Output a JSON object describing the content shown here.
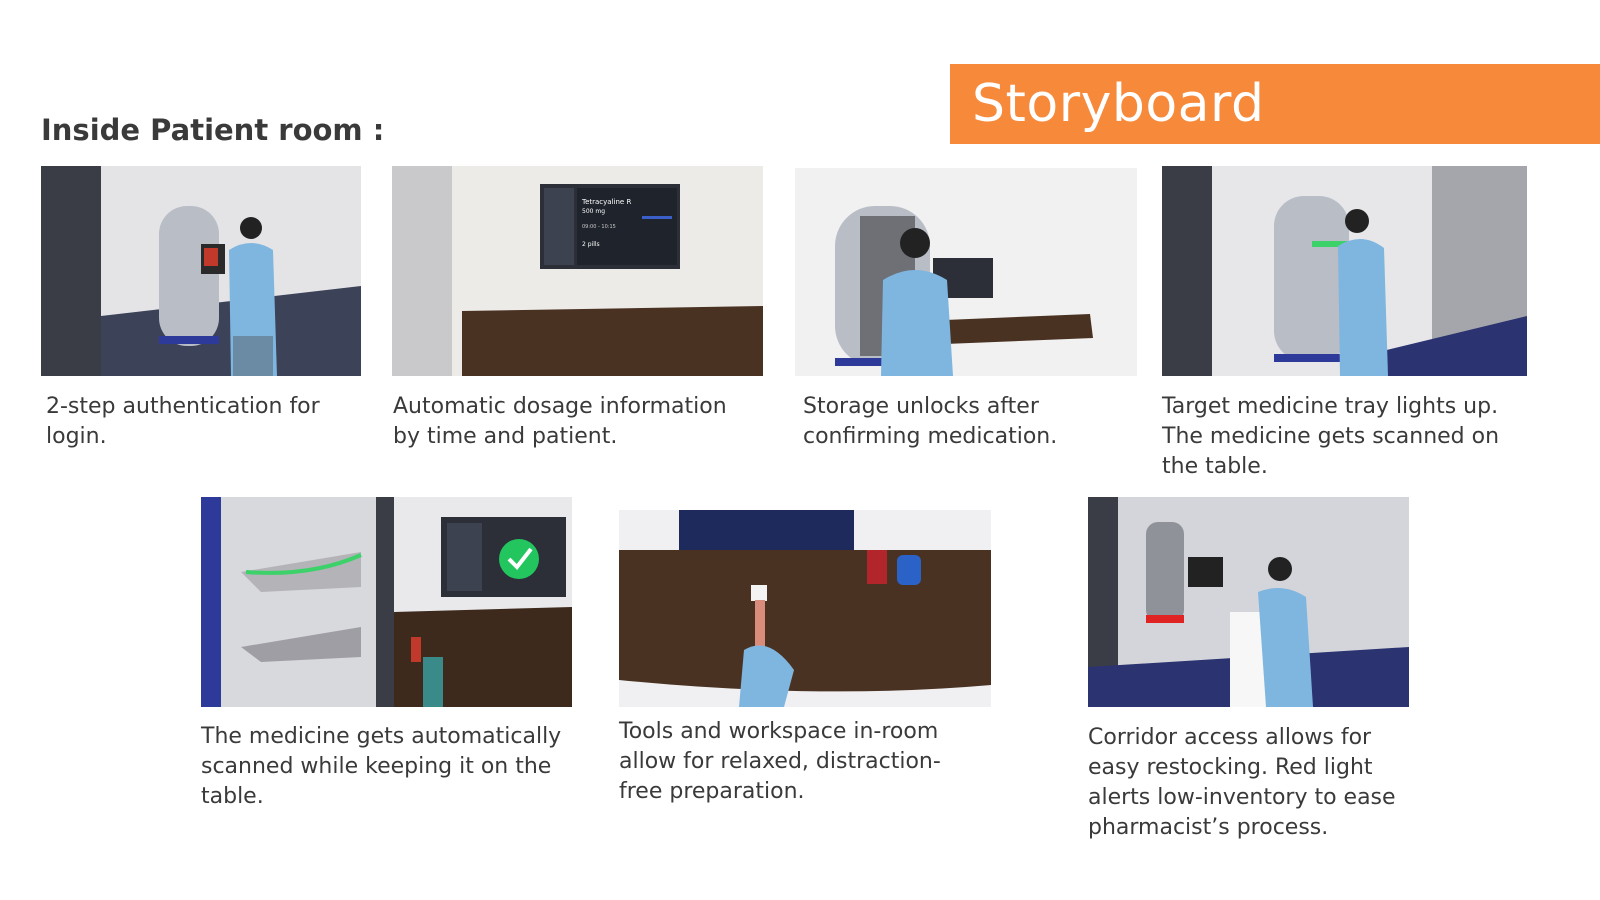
{
  "header": {
    "title": "Storyboard"
  },
  "section": {
    "heading": "Inside Patient room :"
  },
  "screen_text": {
    "drug_name": "Tetracyaline R",
    "drug_dose": "500 mg",
    "time": "09:00 - 10:15",
    "pills": "2 pills"
  },
  "colors": {
    "accent": "#f7893a",
    "scrub": "#7fb6e0",
    "wood": "#4a3222",
    "cabinet": "#b9bdc6"
  },
  "frames": [
    {
      "caption": "2-step authentication for login."
    },
    {
      "caption": "Automatic dosage information by time and patient."
    },
    {
      "caption": "Storage unlocks after confirming medication."
    },
    {
      "caption": "Target medicine tray lights up. The medicine gets scanned on the table."
    },
    {
      "caption": "The medicine gets automatically scanned while keeping it on the table."
    },
    {
      "caption": "Tools and workspace in-room allow for relaxed, distraction-free preparation."
    },
    {
      "caption": "Corridor access allows for easy restocking. Red light alerts low-inventory to ease pharmacist’s process."
    }
  ]
}
